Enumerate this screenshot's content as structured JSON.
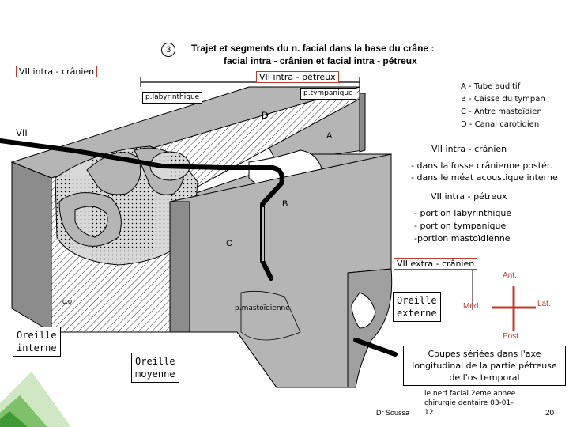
{
  "slide_number_badge": "3",
  "title": {
    "line1": "Trajet et segments du n. facial dans la base du crâne :",
    "line2": "facial intra - crânien et facial intra - pétreux"
  },
  "labels": {
    "vii_intra_cranien_box": "VII intra - crânien",
    "vii_intra_petreux_box": "VII intra - pétreux",
    "p_labyrinthique": "p.labyrinthique",
    "p_tympanique": "p.tympanique",
    "vii": "VII",
    "d": "D",
    "a": "A",
    "b": "B",
    "c": "C",
    "co": "c.o",
    "p_mastoidienne": "p.mastoïdienne",
    "vii_extra_cranien_box": "VII extra - crânien"
  },
  "legend": {
    "items": [
      "A - Tube auditif",
      "B - Caisse du tympan",
      "C - Antre mastoïdien",
      "D - Canal carotidien"
    ]
  },
  "intra_cranien": {
    "heading": "VII intra - crânien",
    "lines": [
      "- dans la fosse crânienne  postér.",
      "- dans le méat acoustique interne"
    ]
  },
  "intra_petreux": {
    "heading": "VII intra - pétreux",
    "lines": [
      "- portion labyrinthique",
      "- portion tympanique",
      "-portion mastoïdienne"
    ]
  },
  "orientation": {
    "ant": "Ant.",
    "post": "Post.",
    "med": "Méd.",
    "lat": "Lat."
  },
  "boxes": {
    "oreille_externe": [
      "Oreille",
      "externe"
    ],
    "oreille_interne": [
      "Oreille",
      "interne"
    ],
    "oreille_moyenne": [
      "Oreille",
      "moyenne"
    ]
  },
  "coupes": [
    "Coupes sériées dans l'axe",
    "longitudinal de la partie pétreuse",
    "de l'os temporal"
  ],
  "footer": {
    "author": "Dr Soussa",
    "course_line1": "le nerf facial 2eme annee",
    "course_line2": "chirurgie dentaire 03-01-",
    "course_line3": "12",
    "page": "20"
  },
  "colors": {
    "accent_red": "#c0392b",
    "bone_gray": "#b5b5b5",
    "bone_dark": "#8c8c8c",
    "leaf_green": "#4caf50"
  }
}
